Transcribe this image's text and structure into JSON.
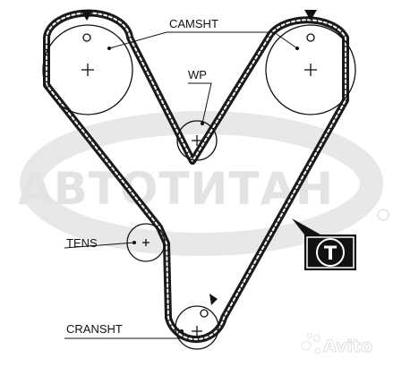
{
  "labels": {
    "camshaft": "CAMSHT",
    "water_pump": "WP",
    "tensioner": "TENS",
    "crankshaft": "CRANSHT"
  },
  "badge": {
    "letter": "T"
  },
  "watermark": {
    "text": "АВТОТИТАН",
    "avito": "Avito"
  },
  "colors": {
    "belt": "#1a1a1a",
    "line": "#111111",
    "watermark": "#e3e3e3",
    "badge": "#111111"
  }
}
